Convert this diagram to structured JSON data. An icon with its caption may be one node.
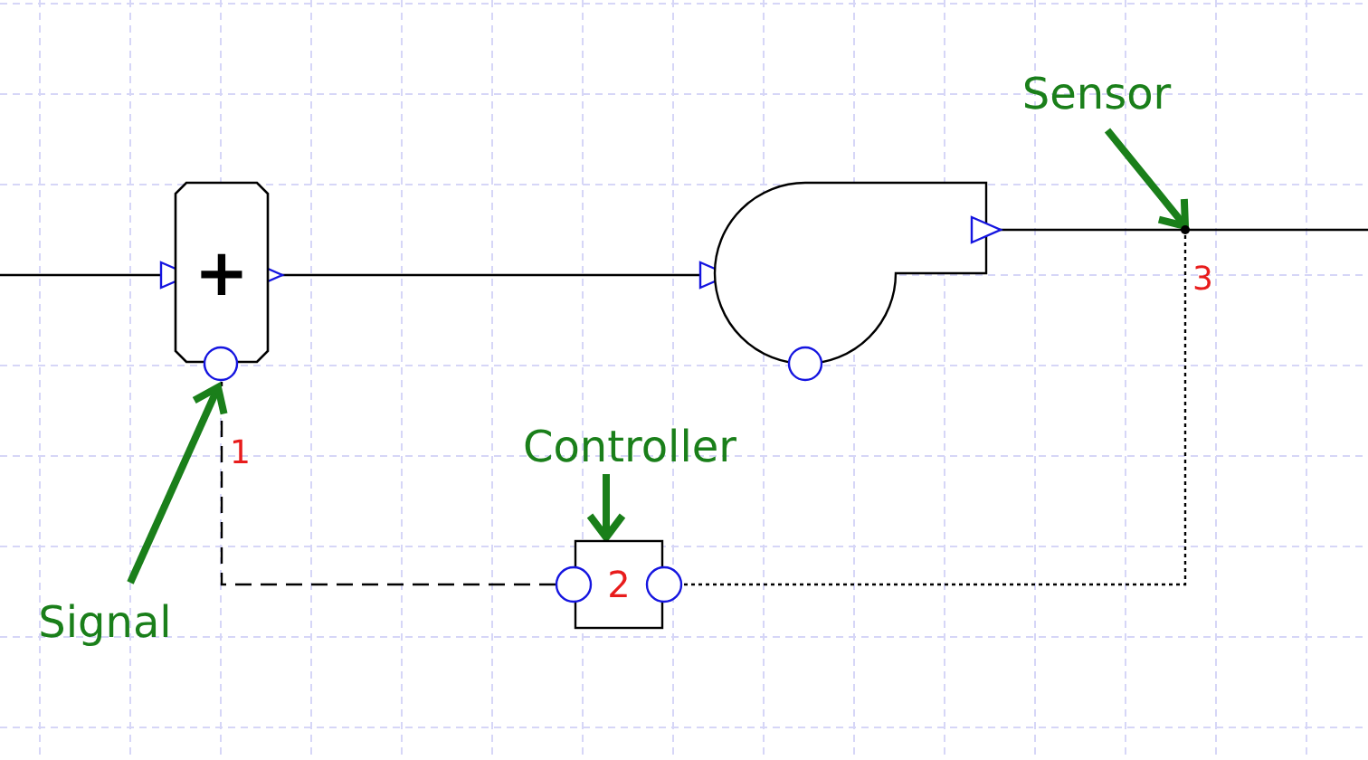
{
  "diagram": {
    "nodes": [
      {
        "text": [
          "Sensor"
        ]
      },
      {
        "text": [
          "Controller"
        ]
      },
      {
        "text": [
          "Signal"
        ]
      },
      {
        "text": [
          "+"
        ]
      },
      {
        "text": [],
        "shape": "fan"
      },
      {
        "text": [],
        "shape": "point"
      },
      {
        "text": [
          "2"
        ]
      }
    ],
    "edges": [
      {
        "from": null,
        "to": 3,
        "arrow": "to"
      },
      {
        "from": 3,
        "to": 4,
        "arrow": "to"
      },
      {
        "from": 4,
        "to": null,
        "arrow": "none"
      },
      {
        "from": 5,
        "to": 6,
        "arrow": "none",
        "style": "dashed"
      },
      {
        "from": 6,
        "to": 3,
        "arrow": "none",
        "style": "dashed"
      },
      {
        "from": 0,
        "to": 5,
        "arrow": "to",
        "style": "thick",
        "color": "#1a7f1a"
      },
      {
        "from": 1,
        "to": 6,
        "arrow": "to",
        "style": "thick",
        "color": "#1a7f1a"
      },
      {
        "from": 2,
        "to": 3,
        "arrow": "to",
        "style": "thick",
        "color": "#1a7f1a"
      }
    ],
    "labels": [
      "1",
      "3"
    ]
  }
}
